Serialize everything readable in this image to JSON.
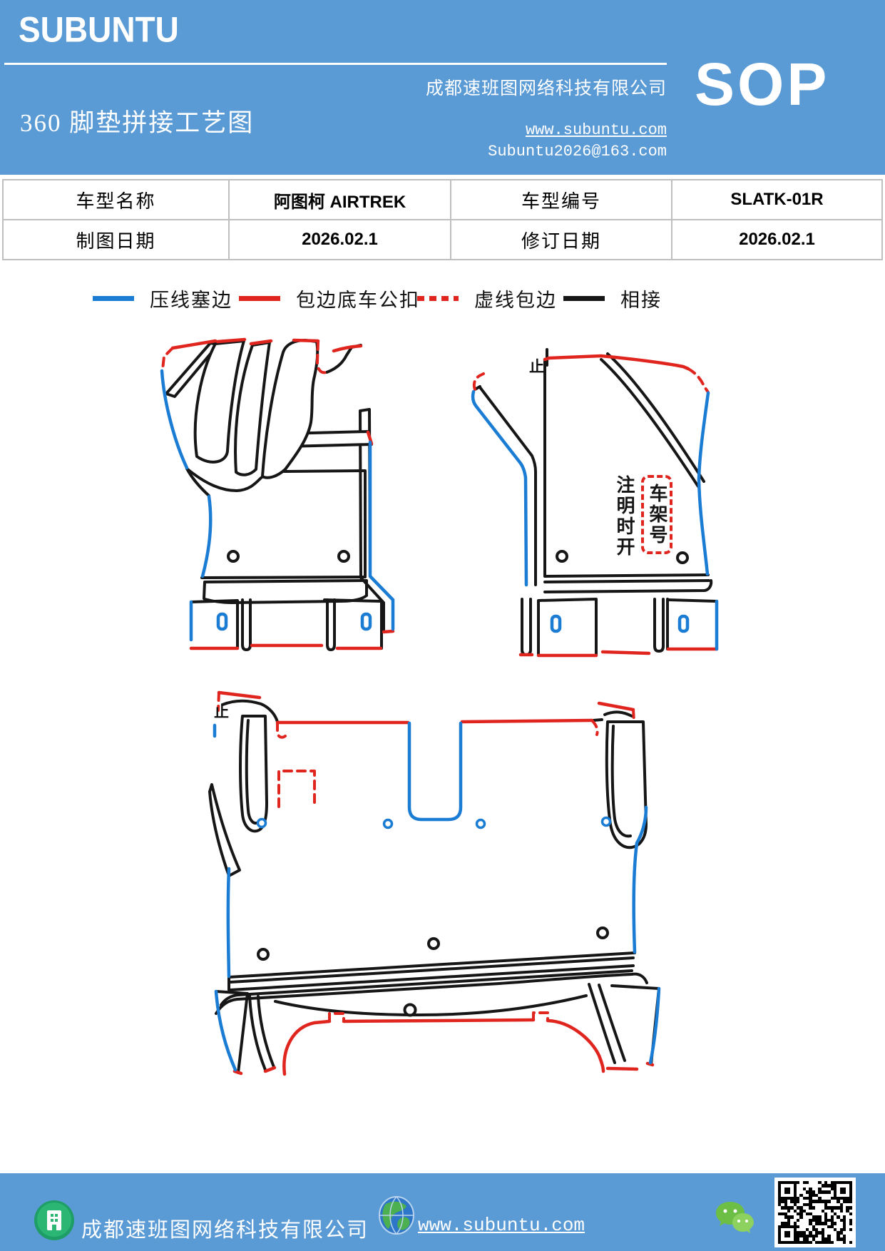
{
  "colors": {
    "header_blue": "#5B9BD5",
    "line_blue": "#1B7CD4",
    "line_red": "#E0251F",
    "line_black": "#161616",
    "table_border": "#BFBFBF",
    "wechat_green": "#6DBE45",
    "building_green": "#2BB673",
    "globe_blue": "#2E77C8"
  },
  "header": {
    "brand": "SUBUNTU",
    "company": "成都速班图网络科技有限公司",
    "title": "360 脚垫拼接工艺图",
    "sop": "SOP",
    "website": "www.subuntu.com",
    "email": "Subuntu2026@163.com"
  },
  "info_table": {
    "rows": [
      {
        "c1": "车型名称",
        "c2": "阿图柯 AIRTREK",
        "c3": "车型编号",
        "c4": "SLATK-01R"
      },
      {
        "c1": "制图日期",
        "c2": "2026.02.1",
        "c3": "修订日期",
        "c4": "2026.02.1"
      }
    ]
  },
  "legend": {
    "items": [
      {
        "label": "压线塞边",
        "color": "#1B7CD4",
        "style": "solid"
      },
      {
        "label": "包边底车公扣",
        "color": "#E0251F",
        "style": "solid"
      },
      {
        "label": "虚线包边",
        "color": "#E0251F",
        "style": "dashed"
      },
      {
        "label": "相接",
        "color": "#161616",
        "style": "solid"
      }
    ]
  },
  "diagram": {
    "stop_mark_front": "止",
    "stop_mark_rear": "止",
    "vin_note": "注明时开",
    "vin_box_text": "车架号",
    "pieces": [
      "front-left-mat",
      "front-right-mat",
      "rear-mat"
    ]
  },
  "footer": {
    "company": "成都速班图网络科技有限公司",
    "website": "www.subuntu.com",
    "icons": [
      "building-icon",
      "globe-icon",
      "wechat-icon",
      "qr-code"
    ]
  }
}
